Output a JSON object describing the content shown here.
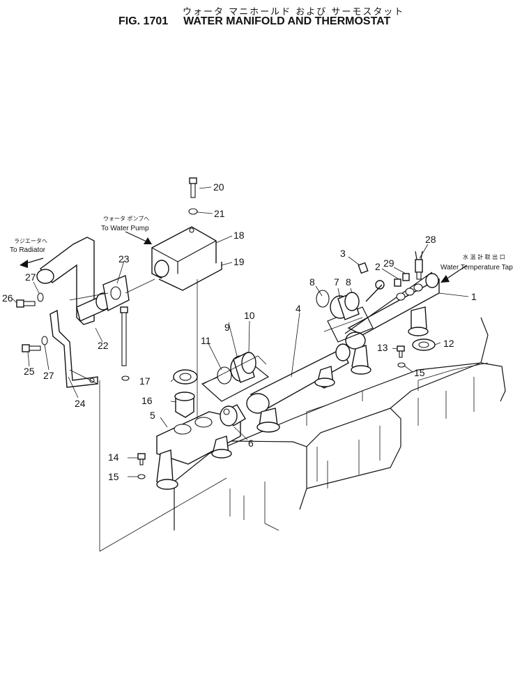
{
  "title": {
    "japanese": "ウォータ マニホールド および サーモスタット",
    "figure": "FIG. 1701",
    "english": "WATER MANIFOLD AND THERMOSTAT"
  },
  "notes": {
    "to_radiator_jp": "ラジエータへ",
    "to_radiator": "To Radiator",
    "to_water_pump_jp": "ウォータ ポンプへ",
    "to_water_pump": "To Water Pump",
    "water_temp_jp": "水 温 計 取 出 口",
    "water_temp": "Water Temperature Tap"
  },
  "callouts": {
    "c1": "1",
    "c2": "2",
    "c3": "3",
    "c4": "4",
    "c5": "5",
    "c6": "6",
    "c7": "7",
    "c8a": "8",
    "c8b": "8",
    "c9": "9",
    "c10": "10",
    "c11": "11",
    "c12": "12",
    "c13": "13",
    "c14": "14",
    "c15a": "15",
    "c15b": "15",
    "c16": "16",
    "c17": "17",
    "c18": "18",
    "c19": "19",
    "c20": "20",
    "c21": "21",
    "c22": "22",
    "c23": "23",
    "c24": "24",
    "c25": "25",
    "c26": "26",
    "c27a": "27",
    "c27b": "27",
    "c28": "28",
    "c29": "29"
  }
}
